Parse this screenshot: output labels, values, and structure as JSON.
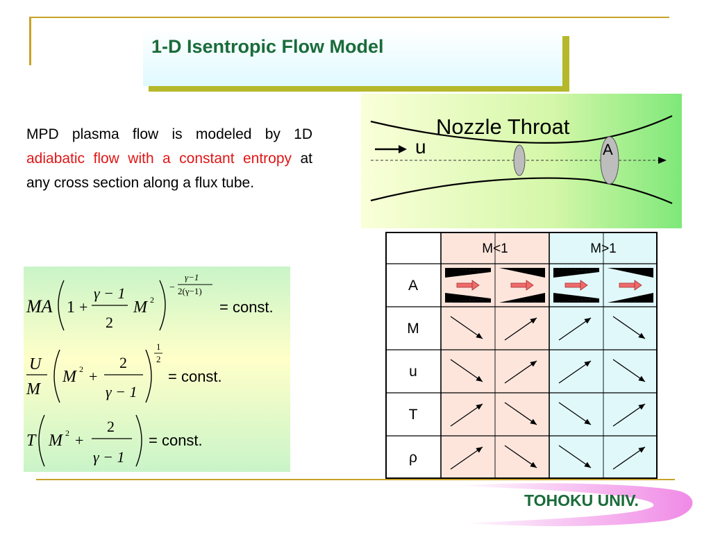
{
  "slide": {
    "title": "1-D Isentropic Flow Model",
    "intro": {
      "part1": "MPD plasma flow is modeled by 1D ",
      "highlight": "adiabatic flow with a constant entropy",
      "part2": " at any cross section along a flux tube."
    },
    "footer": "TOHOKU UNIV."
  },
  "nozzle": {
    "label": "Nozzle Throat",
    "velocity_label": "u",
    "area_label": "A"
  },
  "formulas": {
    "f1": {
      "lhs": "MA",
      "one": "1",
      "plus": "+",
      "num": "γ − 1",
      "den": "2",
      "m": "M",
      "sq": "2",
      "exp_num": "γ−1",
      "exp_den": "2(γ−1)",
      "eq": "= const."
    },
    "f2": {
      "u": "U",
      "m_den": "M",
      "m": "M",
      "sq": "2",
      "plus": "+",
      "num": "2",
      "den": "γ − 1",
      "exp_num": "1",
      "exp_den": "2",
      "eq": "= const."
    },
    "f3": {
      "t": "T",
      "m": "M",
      "sq": "2",
      "plus": "+",
      "num": "2",
      "den": "γ − 1",
      "eq": "= const."
    }
  },
  "table": {
    "headers": [
      "",
      "M<1",
      "M>1"
    ],
    "rows": [
      {
        "label": "A",
        "trends": [
          "converging",
          "diverging",
          "converging",
          "diverging"
        ]
      },
      {
        "label": "M",
        "trends": [
          "down",
          "up",
          "up",
          "down"
        ]
      },
      {
        "label": "u",
        "trends": [
          "down",
          "up",
          "up",
          "down"
        ]
      },
      {
        "label": "T",
        "trends": [
          "up",
          "down",
          "down",
          "up"
        ]
      },
      {
        "label": "ρ",
        "trends": [
          "up",
          "down",
          "down",
          "up"
        ]
      }
    ],
    "colors": {
      "subsonic": "#fde5dc",
      "supersonic": "#e0f8fa",
      "header": "#ffffff"
    }
  }
}
